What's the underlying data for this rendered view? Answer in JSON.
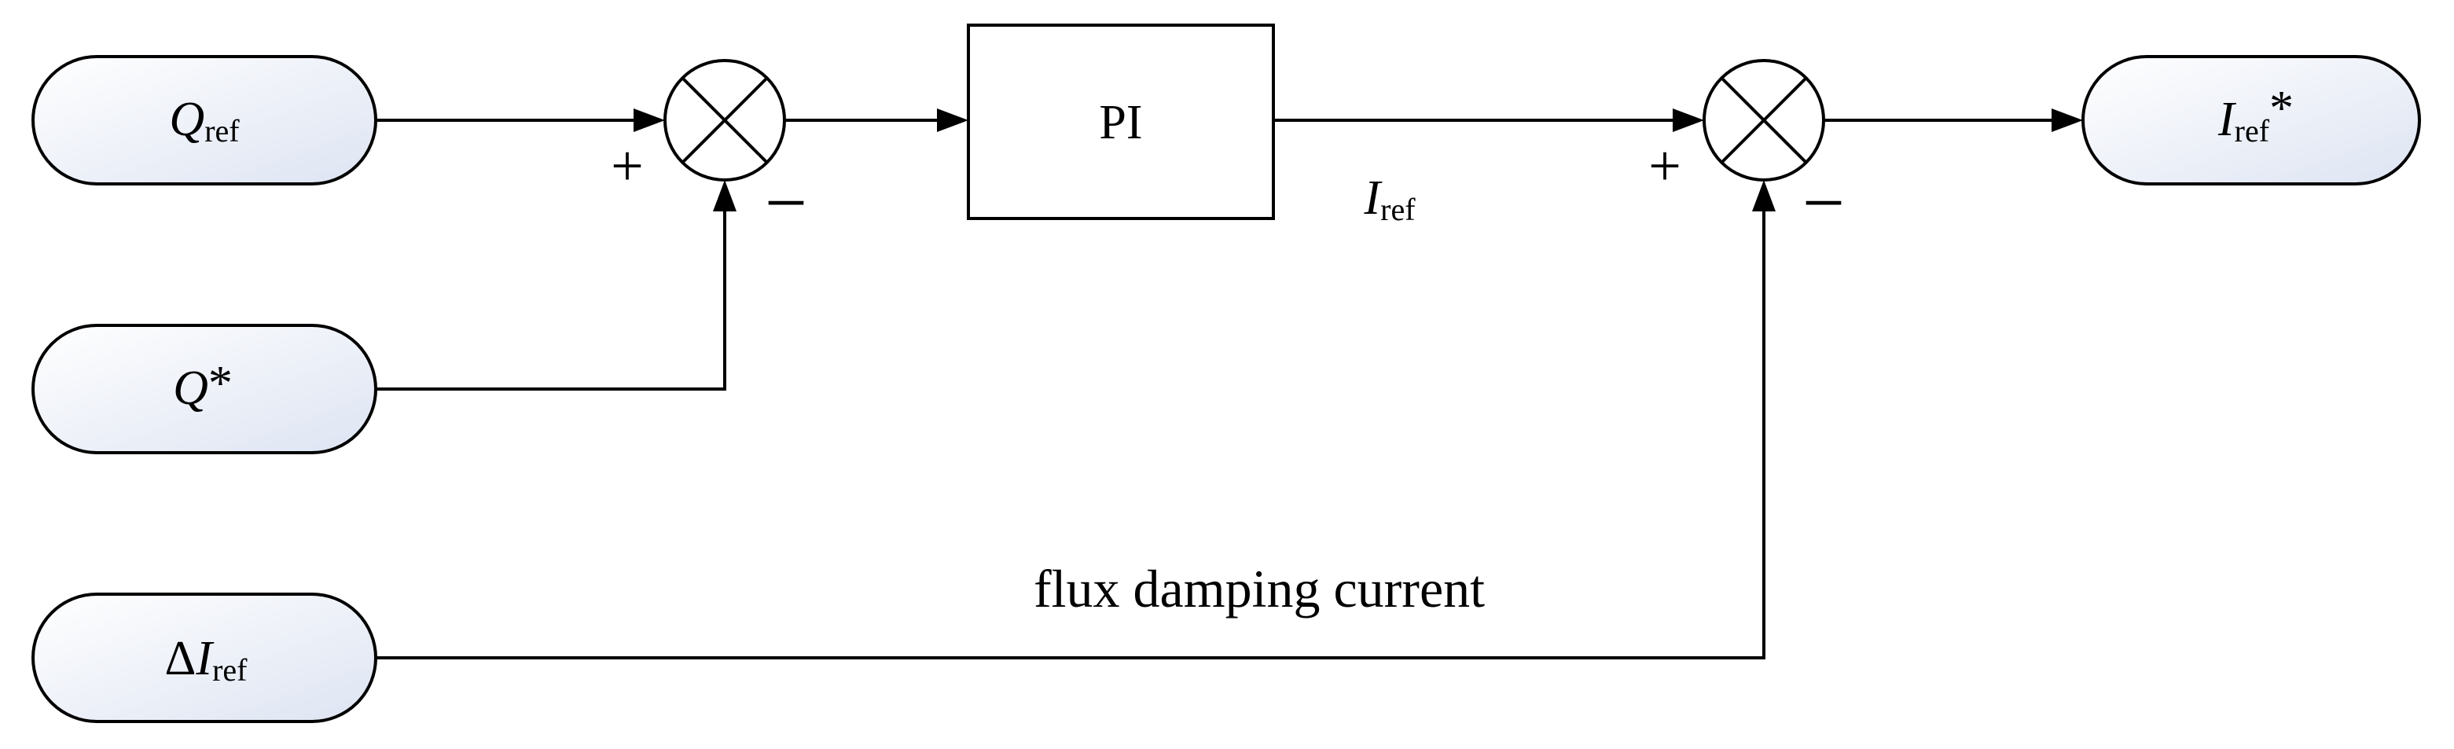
{
  "inputs": {
    "q_ref": {
      "main": "Q",
      "sub": "ref"
    },
    "q_star": {
      "main": "Q",
      "sup": "*"
    },
    "delta_i_ref": {
      "delta": "Δ",
      "main": "I",
      "sub": "ref"
    }
  },
  "output": {
    "main": "I",
    "sub": "ref",
    "sup": "*"
  },
  "pi_block": {
    "label": "PI"
  },
  "signal_i_ref": {
    "main": "I",
    "sub": "ref"
  },
  "flux_label": "flux damping current",
  "summing_junction_1": {
    "plus": "+",
    "minus": "−"
  },
  "summing_junction_2": {
    "plus": "+",
    "minus": "−"
  },
  "colors": {
    "stroke": "#000000",
    "terminal_fill_light": "#ffffff",
    "terminal_fill_dark": "#dde4f2"
  }
}
